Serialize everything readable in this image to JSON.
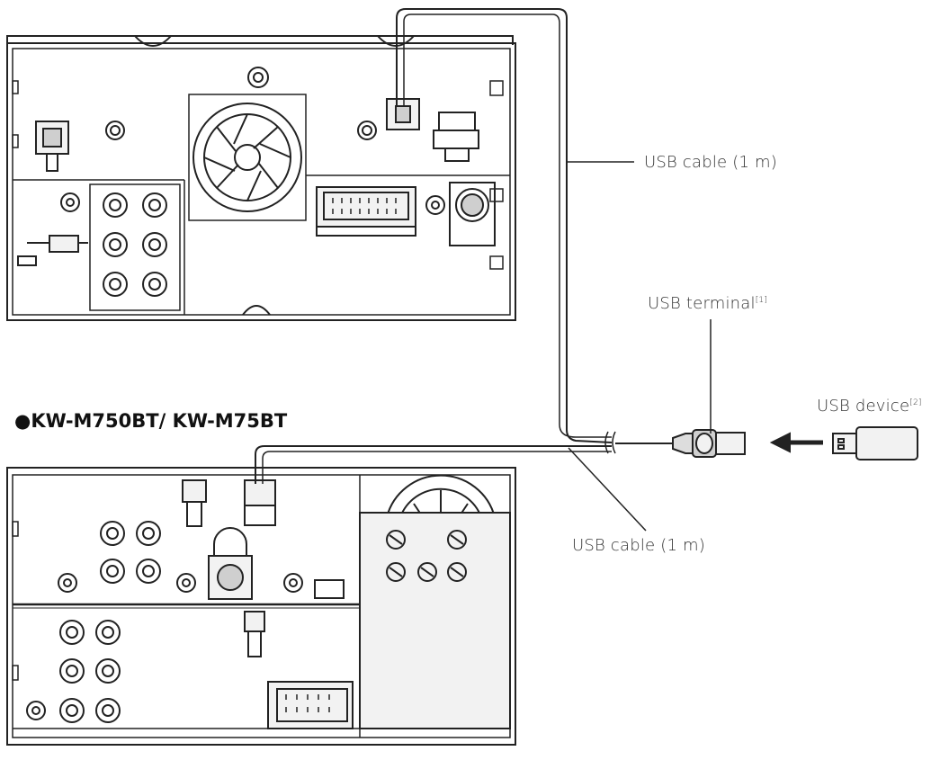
{
  "units": {
    "top": {
      "heading": ""
    },
    "bottom": {
      "heading": "●KW-M750BT/ KW-M75BT"
    }
  },
  "labels": {
    "usb_cable_top": "USB cable (1 m)",
    "usb_cable_bottom": "USB cable (1 m)",
    "usb_terminal": "USB terminal",
    "usb_terminal_note": "[1]",
    "usb_device": "USB device",
    "usb_device_note": "[2]"
  },
  "colors": {
    "line": "#222222",
    "fill_light": "#f2f2f2",
    "fill_mid": "#cfcfcf"
  }
}
